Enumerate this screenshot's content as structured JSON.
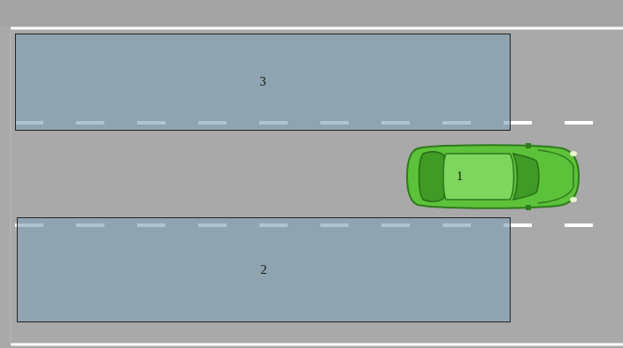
{
  "diagram": {
    "nodes": [
      {
        "text": [
          "3"
        ]
      },
      {
        "text": [
          "1"
        ]
      },
      {
        "text": [
          "2"
        ]
      }
    ]
  }
}
